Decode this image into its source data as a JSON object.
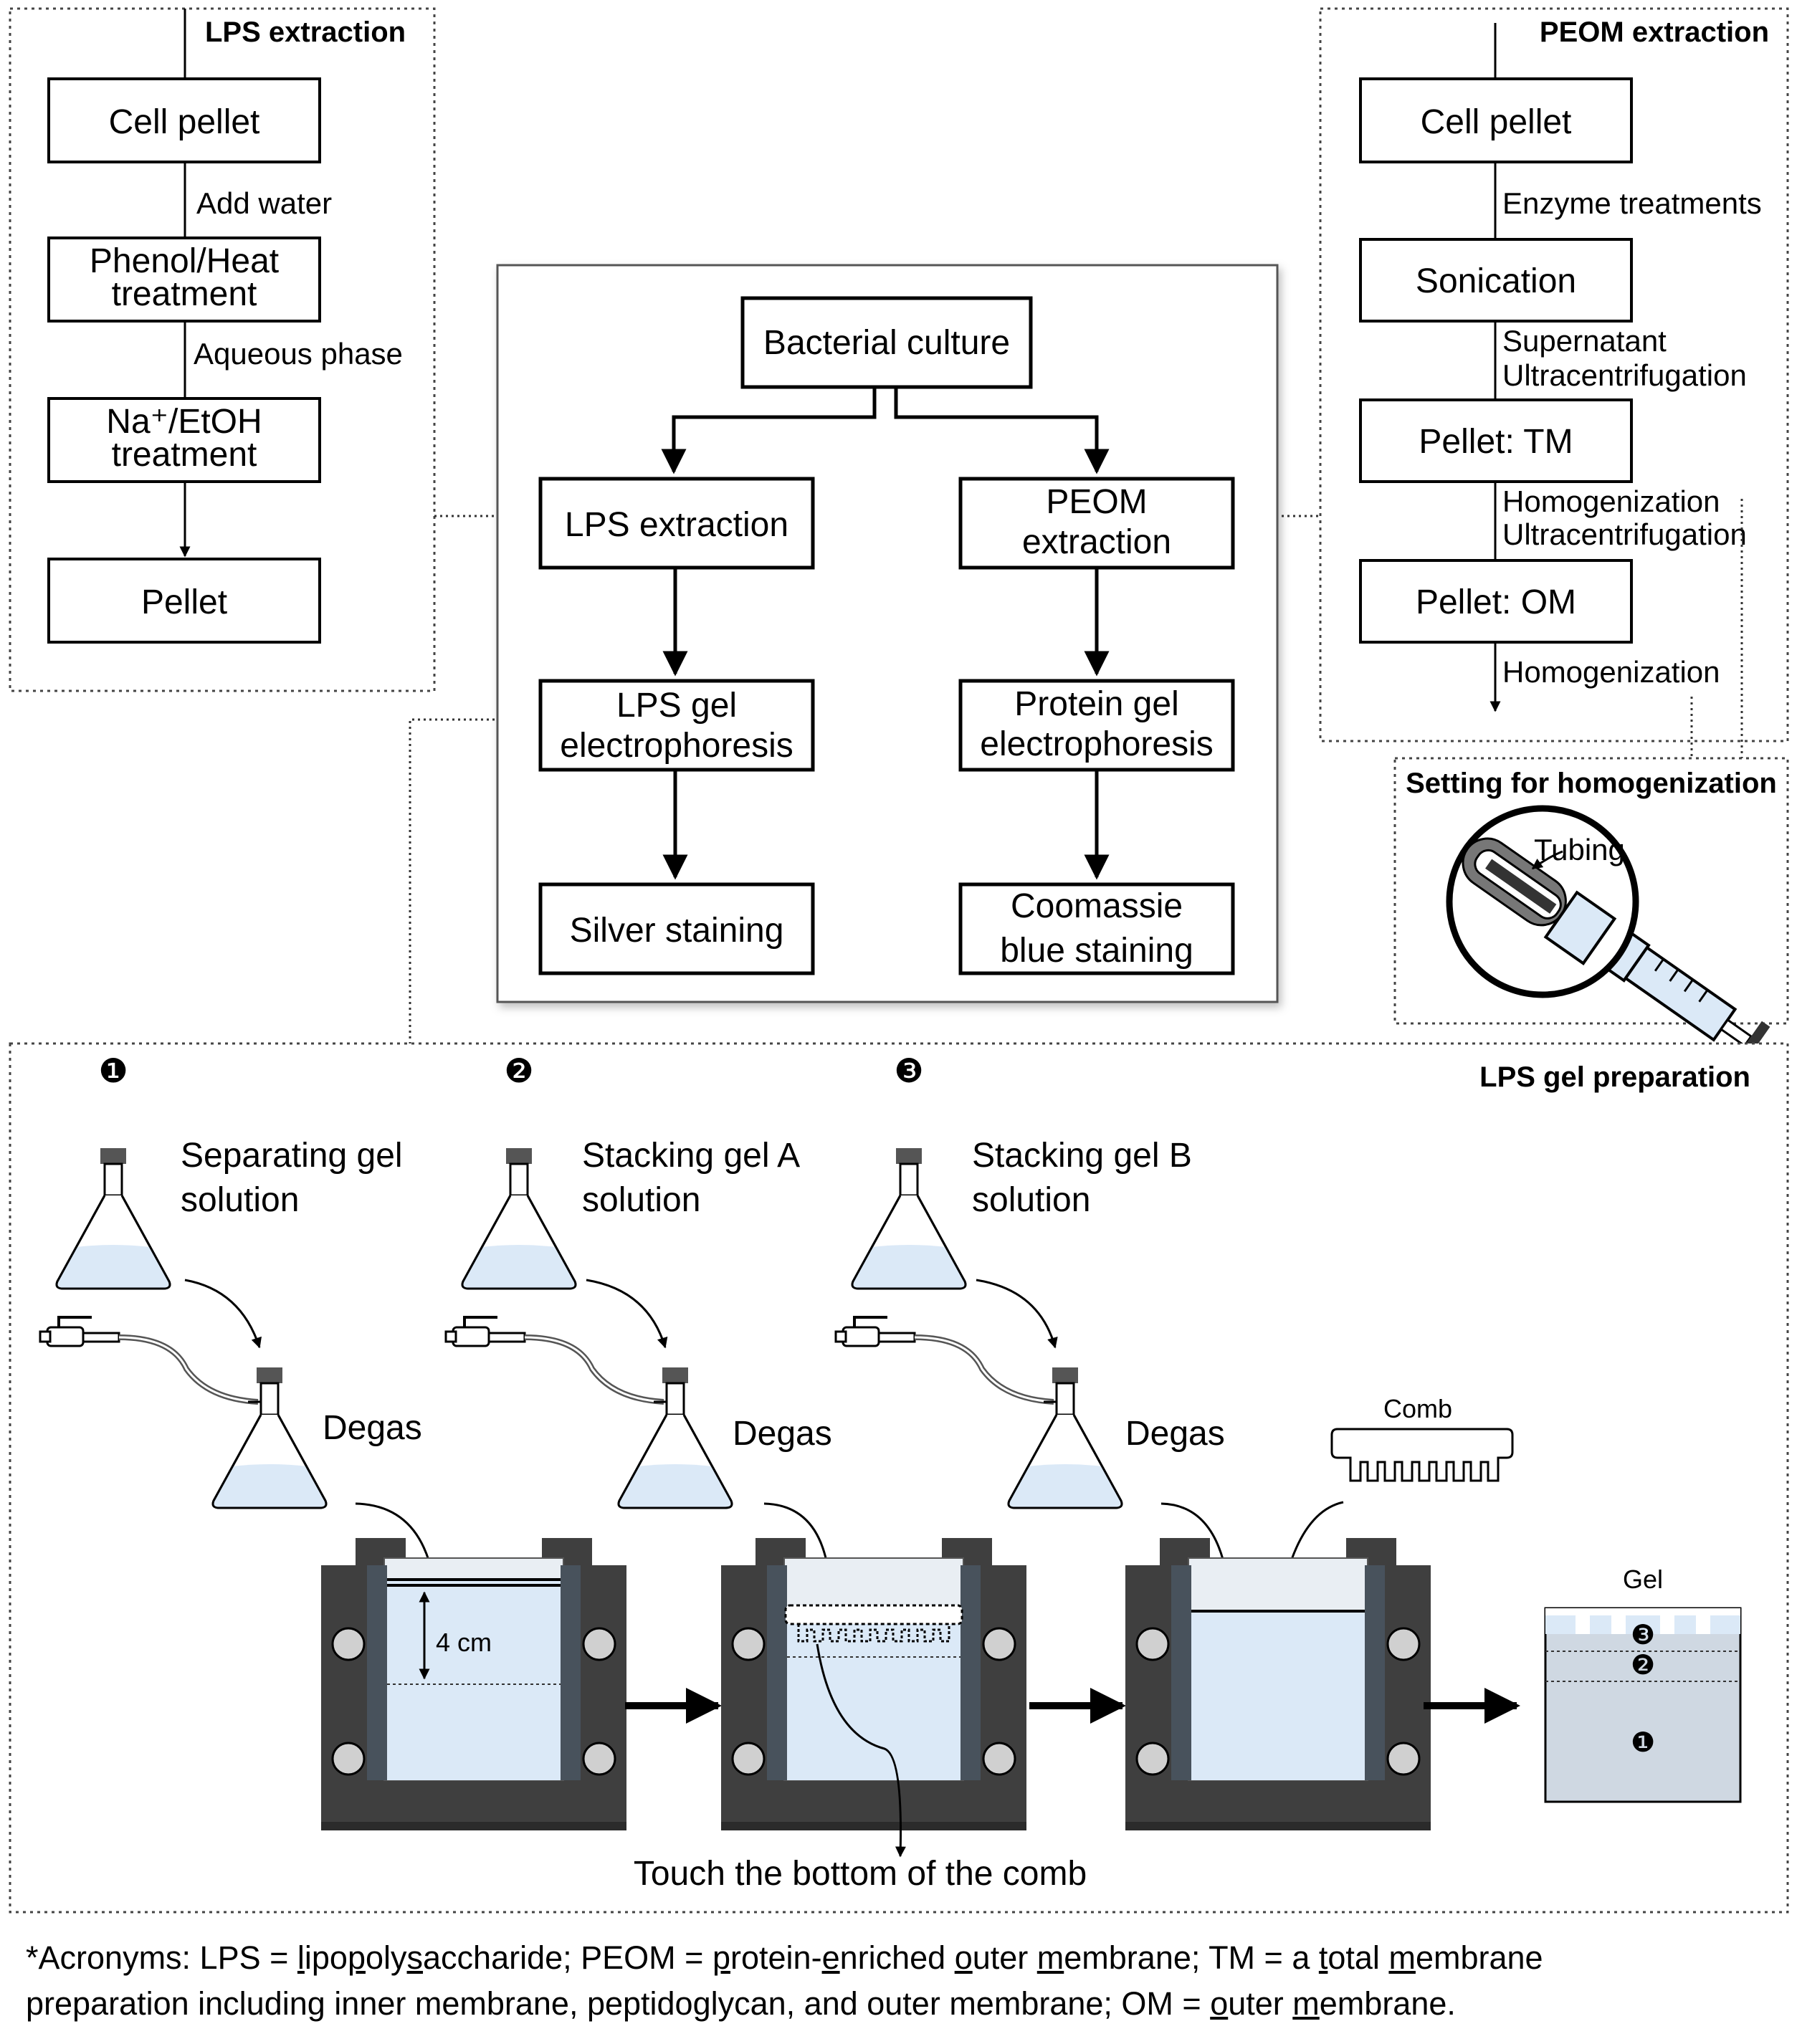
{
  "lps_panel": {
    "title": "LPS extraction",
    "steps": [
      "Cell pellet",
      "Phenol/Heat treatment",
      "Na⁺/EtOH treatment",
      "Pellet"
    ],
    "step2_lines": [
      "Phenol/Heat",
      "treatment"
    ],
    "step3_lines": [
      "Na⁺/EtOH",
      "treatment"
    ],
    "arrow_labels": [
      "Add water",
      "Aqueous phase"
    ]
  },
  "peom_panel": {
    "title": "PEOM extraction",
    "steps": [
      "Cell pellet",
      "Sonication",
      "Pellet: TM",
      "Pellet: OM"
    ],
    "arrow_labels": [
      "Enzyme treatments",
      "Supernatant",
      "Ultracentrifugation",
      "Homogenization",
      "Ultracentrifugation",
      "Homogenization"
    ]
  },
  "center_flow": {
    "root": "Bacterial culture",
    "left": [
      "LPS extraction",
      "LPS gel",
      "electrophoresis",
      "Silver staining"
    ],
    "right": [
      "PEOM",
      "extraction",
      "Protein gel",
      "electrophoresis",
      "Coomassie",
      "blue staining"
    ]
  },
  "homogenization_panel": {
    "title": "Setting for homogenization",
    "label": "Tubing"
  },
  "gel_panel": {
    "title": "LPS gel preparation",
    "markers": [
      "❶",
      "❷",
      "❸"
    ],
    "solutions": [
      [
        "Separating gel",
        "solution"
      ],
      [
        "Stacking gel A",
        "solution"
      ],
      [
        "Stacking gel B",
        "solution"
      ]
    ],
    "degas": "Degas",
    "comb": "Comb",
    "height": "4 cm",
    "gel": "Gel",
    "touch": "Touch the bottom of the comb"
  },
  "footnote": {
    "line1_parts": [
      "*Acronyms: LPS = ",
      "l",
      "ipo",
      "p",
      "oly",
      "s",
      "accharide; PEOM = ",
      "p",
      "rotein-",
      "e",
      "nriched ",
      "o",
      "uter ",
      "m",
      "embrane; TM = a ",
      "t",
      "otal ",
      "m",
      "embrane"
    ],
    "line2_parts": [
      "preparation including inner membrane, peptidoglycan, and outer membrane; OM = ",
      "o",
      "uter ",
      "m",
      "embrane."
    ]
  },
  "colors": {
    "liquid": "#dbe9f7",
    "chamber_dark": "#3f3f3f",
    "chamber_mid": "#5a6470",
    "gel_fill": "#cfd8e2"
  }
}
